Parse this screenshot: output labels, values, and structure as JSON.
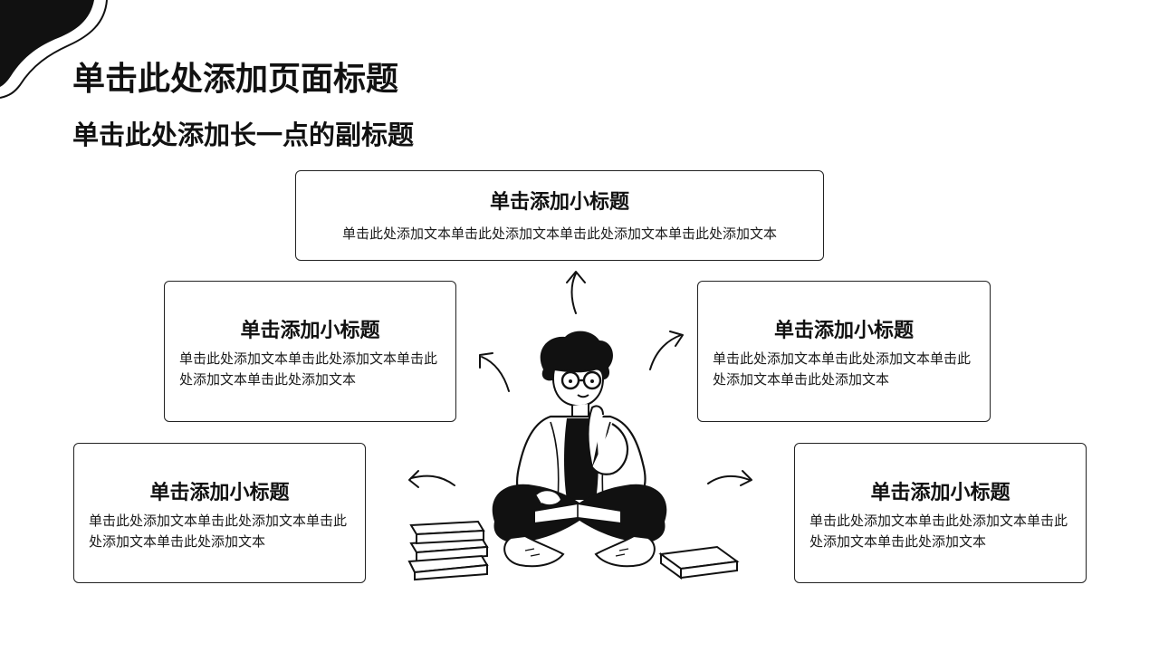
{
  "page": {
    "title": "单击此处添加页面标题",
    "subtitle": "单击此处添加长一点的副标题"
  },
  "cards": {
    "top": {
      "title": "单击添加小标题",
      "body": "单击此处添加文本单击此处添加文本单击此处添加文本单击此处添加文本"
    },
    "mid_left": {
      "title": "单击添加小标题",
      "body": "单击此处添加文本单击此处添加文本单击此处添加文本单击此处添加文本"
    },
    "mid_right": {
      "title": "单击添加小标题",
      "body": "单击此处添加文本单击此处添加文本单击此处添加文本单击此处添加文本"
    },
    "bot_left": {
      "title": "单击添加小标题",
      "body": "单击此处添加文本单击此处添加文本单击此处添加文本单击此处添加文本"
    },
    "bot_right": {
      "title": "单击添加小标题",
      "body": "单击此处添加文本单击此处添加文本单击此处添加文本单击此处添加文本"
    }
  },
  "illustration": {
    "subject": "student-reading-icon"
  },
  "colors": {
    "ink": "#111111",
    "background": "#ffffff"
  }
}
